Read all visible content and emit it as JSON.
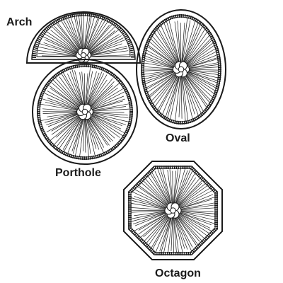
{
  "shapes": [
    {
      "id": "arch",
      "label": "Arch"
    },
    {
      "id": "oval",
      "label": "Oval"
    },
    {
      "id": "porthole",
      "label": "Porthole"
    },
    {
      "id": "octagon",
      "label": "Octagon"
    }
  ],
  "colors": {
    "ink": "#1a1a1a",
    "paper": "#ffffff"
  }
}
